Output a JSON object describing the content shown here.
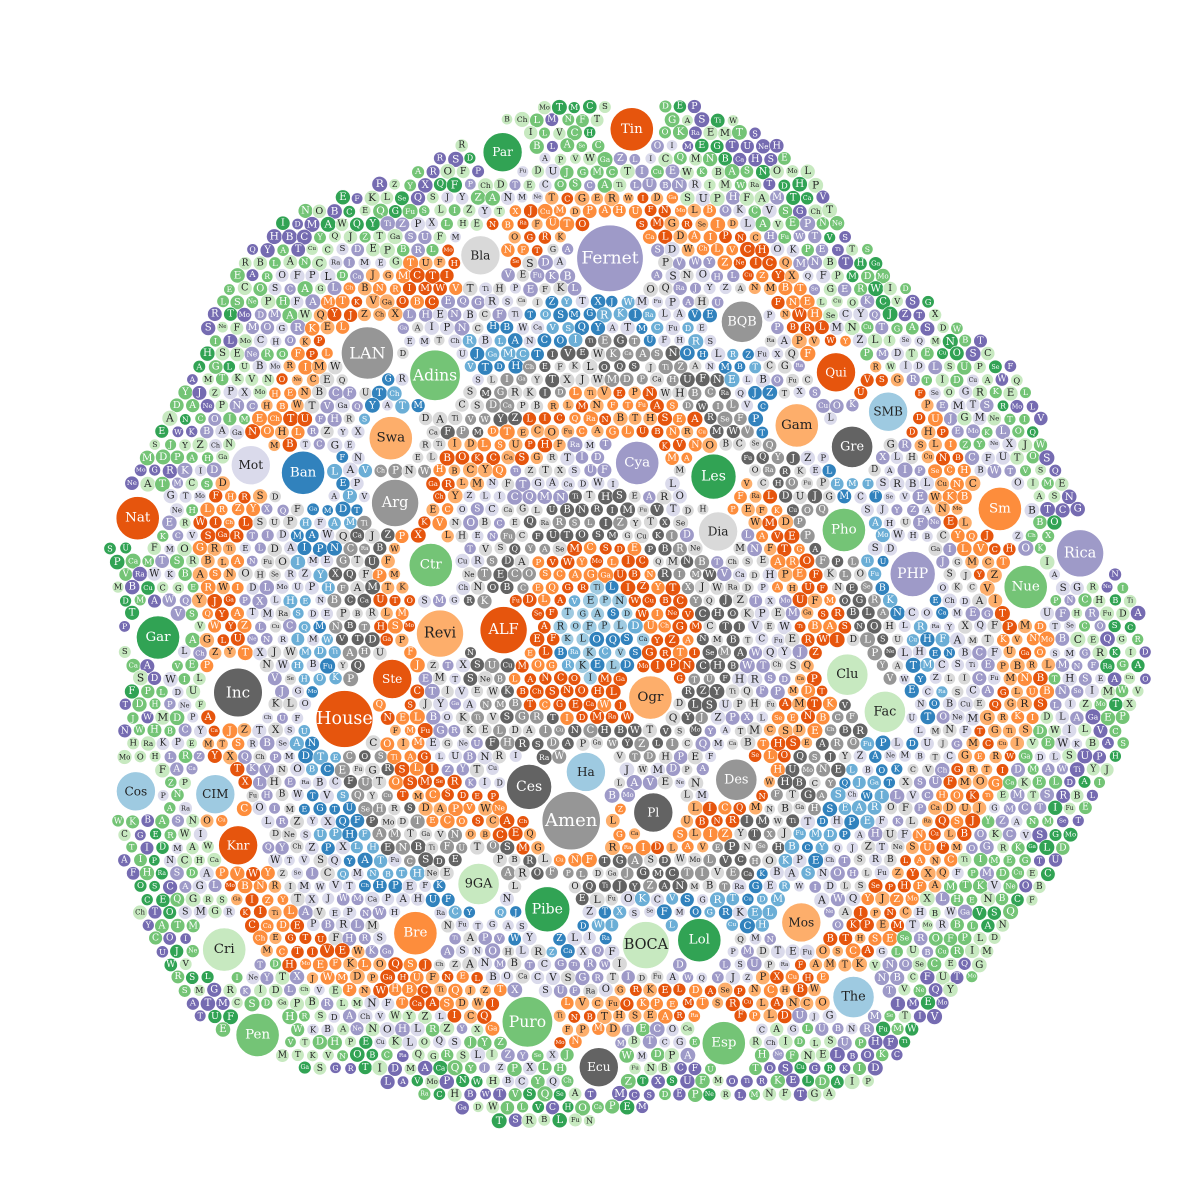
{
  "chart_data": {
    "type": "packed-bubble",
    "palette": {
      "dark_green": "#31a354",
      "green": "#74c476",
      "light_green": "#c7e9c0",
      "lavender": "#dadaeb",
      "purple": "#9e9ac8",
      "dark_purple": "#756bb1",
      "dark_gray": "#636363",
      "gray": "#969696",
      "light_gray": "#d9d9d9",
      "dark_orange": "#e6550d",
      "orange": "#fd8d3c",
      "light_orange": "#fdae6b",
      "dark_blue": "#3182bd",
      "blue": "#6baed6",
      "light_blue": "#9ecae1"
    },
    "rings": [
      {
        "name": "core",
        "colors": [
          "light_blue",
          "blue",
          "light_blue",
          "dark_blue"
        ]
      },
      {
        "name": "inner-orange",
        "colors": [
          "dark_orange",
          "orange",
          "dark_orange"
        ]
      },
      {
        "name": "inner-gray",
        "colors": [
          "dark_gray",
          "gray",
          "light_gray",
          "dark_gray"
        ]
      },
      {
        "name": "mid-lavender",
        "colors": [
          "lavender",
          "light_gray",
          "purple"
        ]
      },
      {
        "name": "mid-orange",
        "colors": [
          "dark_orange",
          "orange",
          "light_orange"
        ]
      },
      {
        "name": "mid-gray",
        "colors": [
          "dark_gray",
          "gray",
          "light_gray"
        ]
      },
      {
        "name": "mid-blue",
        "colors": [
          "dark_blue",
          "blue",
          "lavender"
        ]
      },
      {
        "name": "outer-lavender",
        "colors": [
          "lavender",
          "purple",
          "light_gray"
        ]
      },
      {
        "name": "outer-orange",
        "colors": [
          "dark_orange",
          "orange",
          "light_orange"
        ]
      },
      {
        "name": "outer-mix",
        "colors": [
          "lavender",
          "purple",
          "green",
          "light_green"
        ]
      },
      {
        "name": "rim-green",
        "colors": [
          "dark_green",
          "green",
          "light_green",
          "dark_purple"
        ]
      }
    ],
    "labeled_bubbles": [
      {
        "label": "House",
        "value": 38,
        "color": "dark_orange"
      },
      {
        "label": "Fernet",
        "value": 52,
        "color": "purple"
      },
      {
        "label": "Amen",
        "value": 40,
        "color": "gray"
      },
      {
        "label": "LAN",
        "value": 32,
        "color": "gray"
      },
      {
        "label": "Inc",
        "value": 28,
        "color": "dark_gray"
      },
      {
        "label": "Arg",
        "value": 26,
        "color": "gray"
      },
      {
        "label": "ALF",
        "value": 26,
        "color": "dark_orange"
      },
      {
        "label": "Adins",
        "value": 30,
        "color": "green"
      },
      {
        "label": "Puro",
        "value": 30,
        "color": "green"
      },
      {
        "label": "Revi",
        "value": 26,
        "color": "light_orange"
      },
      {
        "label": "Rica",
        "value": 26,
        "color": "purple"
      },
      {
        "label": "PHP",
        "value": 24,
        "color": "purple"
      },
      {
        "label": "Ces",
        "value": 24,
        "color": "dark_gray"
      },
      {
        "label": "Pibe",
        "value": 24,
        "color": "dark_green"
      },
      {
        "label": "Les",
        "value": 24,
        "color": "dark_green"
      },
      {
        "label": "BOCA",
        "value": 26,
        "color": "light_green"
      },
      {
        "label": "Lol",
        "value": 22,
        "color": "dark_green"
      },
      {
        "label": "Ban",
        "value": 22,
        "color": "dark_blue"
      },
      {
        "label": "Tin",
        "value": 22,
        "color": "dark_orange"
      },
      {
        "label": "Nat",
        "value": 22,
        "color": "dark_orange"
      },
      {
        "label": "Gam",
        "value": 22,
        "color": "light_orange"
      },
      {
        "label": "Bre",
        "value": 22,
        "color": "orange"
      },
      {
        "label": "Pho",
        "value": 22,
        "color": "green"
      },
      {
        "label": "Esp",
        "value": 22,
        "color": "green"
      },
      {
        "label": "Ctr",
        "value": 22,
        "color": "green"
      },
      {
        "label": "Pen",
        "value": 22,
        "color": "green"
      },
      {
        "label": "Cri",
        "value": 22,
        "color": "light_green"
      },
      {
        "label": "Sm",
        "value": 22,
        "color": "orange"
      },
      {
        "label": "Nue",
        "value": 22,
        "color": "green"
      },
      {
        "label": "Gar",
        "value": 22,
        "color": "dark_green"
      },
      {
        "label": "Cya",
        "value": 22,
        "color": "purple"
      },
      {
        "label": "Swa",
        "value": 22,
        "color": "light_orange"
      },
      {
        "label": "Ogr",
        "value": 22,
        "color": "light_orange"
      },
      {
        "label": "9GA",
        "value": 20,
        "color": "light_green"
      },
      {
        "label": "The",
        "value": 20,
        "color": "light_blue"
      },
      {
        "label": "Des",
        "value": 20,
        "color": "gray"
      },
      {
        "label": "BQB",
        "value": 20,
        "color": "gray"
      },
      {
        "label": "Gre",
        "value": 20,
        "color": "dark_gray"
      },
      {
        "label": "Clu",
        "value": 20,
        "color": "light_green"
      },
      {
        "label": "Fac",
        "value": 20,
        "color": "light_green"
      },
      {
        "label": "Par",
        "value": 18,
        "color": "dark_green"
      },
      {
        "label": "Mot",
        "value": 18,
        "color": "lavender"
      },
      {
        "label": "Bla",
        "value": 18,
        "color": "light_gray"
      },
      {
        "label": "Mos",
        "value": 18,
        "color": "light_orange"
      },
      {
        "label": "Pl",
        "value": 18,
        "color": "dark_gray"
      },
      {
        "label": "Cos",
        "value": 18,
        "color": "light_blue"
      },
      {
        "label": "Dia",
        "value": 18,
        "color": "light_gray"
      },
      {
        "label": "Ste",
        "value": 18,
        "color": "dark_orange"
      },
      {
        "label": "Qui",
        "value": 18,
        "color": "dark_orange"
      },
      {
        "label": "Knr",
        "value": 18,
        "color": "dark_orange"
      },
      {
        "label": "Ha",
        "value": 18,
        "color": "light_blue"
      },
      {
        "label": "Ecu",
        "value": 18,
        "color": "dark_gray"
      },
      {
        "label": "CIM",
        "value": 18,
        "color": "light_blue"
      },
      {
        "label": "SMB",
        "value": 18,
        "color": "light_blue"
      }
    ],
    "small_bubble_text": "ATMCSDEPBRLMNFTGASDWILVCHOKPEMTSRBLANCOIMEGTUFHRSDAPVWYZLICQMNBTHSEAROFPLDUJGMCTIVEWKBASNOHLRZYXQFPMDTECOSCAGLUBNRIMWVTDHPEFKLOQSJYZANMBTCGERWIDLSUPHFAMTKVNOBCEQGRSLIZYTXJWMDPAHUFNELBOKCVSGRTIDMAWQYJZPXLHENBCFUTOSMGRKIDLAVEPNWHBCYQJZTXSUFMOGRKELDAIPNCHBWTVSQY",
    "small_bubble_words": [
      "Mo",
      "Re",
      "La",
      "Ca",
      "Pa",
      "Bu",
      "Se",
      "Ma",
      "Co",
      "Ch",
      "Th",
      "Es",
      "Fu",
      "Vi",
      "De",
      "Ne",
      "Am",
      "Sa",
      "Ti",
      "Me",
      "Le",
      "Cu",
      "Ar",
      "Tu",
      "Ga",
      "Ha",
      "Sh",
      "Ra",
      "Lu",
      "Ad"
    ]
  }
}
